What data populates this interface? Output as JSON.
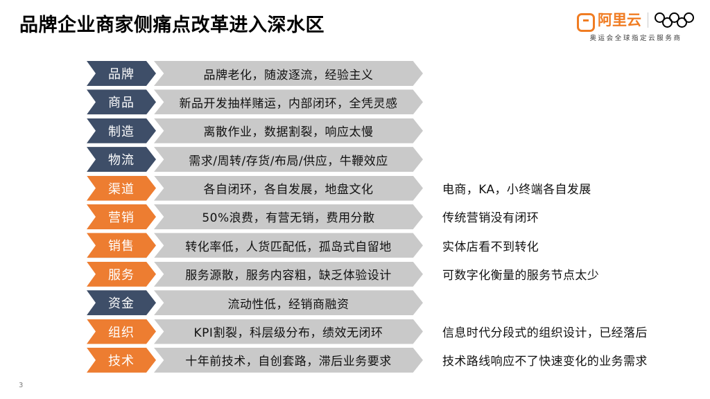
{
  "header": {
    "title": "品牌企业商家侧痛点改革进入深水区",
    "logo": {
      "brand_text": "阿里云",
      "brand_icon": "alibaba-cloud-bracket-mark",
      "rings_icon": "olympic-rings",
      "tagline": "奥运会全球指定云服务商"
    }
  },
  "colors": {
    "dark": "#3E4E68",
    "orange": "#ED7D31",
    "gray": "#C9C9C9",
    "brand_orange": "#F07C22"
  },
  "rows": [
    {
      "label": "品牌",
      "style": "dark",
      "pain": "品牌老化，随波逐流，经验主义",
      "note": ""
    },
    {
      "label": "商品",
      "style": "dark",
      "pain": "新品开发抽样赌运，内部闭环，全凭灵感",
      "note": ""
    },
    {
      "label": "制造",
      "style": "dark",
      "pain": "离散作业，数据割裂，响应太慢",
      "note": ""
    },
    {
      "label": "物流",
      "style": "dark",
      "pain": "需求/周转/存货/布局/供应，牛鞭效应",
      "note": ""
    },
    {
      "label": "渠道",
      "style": "orange",
      "pain": "各自闭环，各自发展，地盘文化",
      "note": "电商，KA，小终端各自发展"
    },
    {
      "label": "营销",
      "style": "orange",
      "pain": "50%浪费，有营无销，费用分散",
      "note": "传统营销没有闭环"
    },
    {
      "label": "销售",
      "style": "orange",
      "pain": "转化率低，人货匹配低，孤岛式自留地",
      "note": "实体店看不到转化"
    },
    {
      "label": "服务",
      "style": "orange",
      "pain": "服务源散，服务内容粗，缺乏体验设计",
      "note": "可数字化衡量的服务节点太少"
    },
    {
      "label": "资金",
      "style": "dark",
      "pain": "流动性低，经销商融资",
      "note": ""
    },
    {
      "label": "组织",
      "style": "orange",
      "pain": "KPI割裂，科层级分布，绩效无闭环",
      "note": "信息时代分段式的组织设计，已经落后"
    },
    {
      "label": "技术",
      "style": "orange",
      "pain": "十年前技术，自创套路，滞后业务要求",
      "note": "技术路线响应不了快速变化的业务需求"
    }
  ],
  "footer": {
    "page_number": "3"
  }
}
